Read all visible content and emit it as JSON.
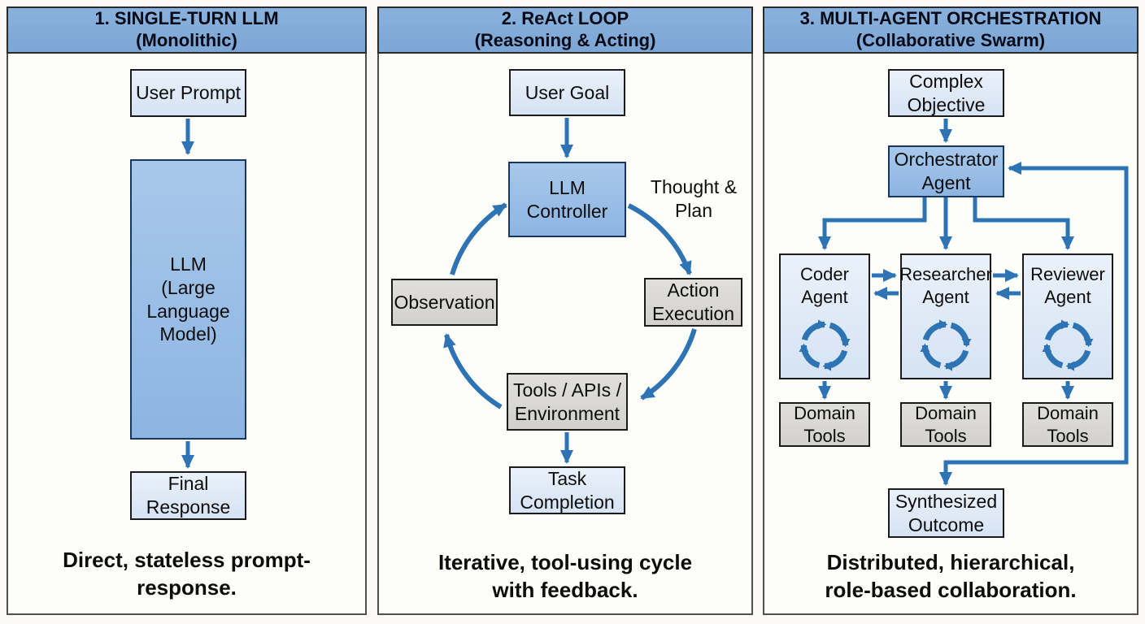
{
  "colors": {
    "arrow_blue": "#2e74b5",
    "header_fill": "#81aad8",
    "light_box_fill": "#dbe7f5",
    "mid_box_fill": "#93bae4",
    "gray_box_fill": "#d6d5d1"
  },
  "icons": {
    "agent_loop": "cycle-arrows"
  },
  "panels": [
    {
      "header": "1. SINGLE-TURN LLM\n(Monolithic)",
      "caption": "Direct, stateless prompt-\nresponse.",
      "nodes": {
        "user_prompt": "User Prompt",
        "llm": "LLM\n(Large\nLanguage\nModel)",
        "final_response": "Final\nResponse"
      }
    },
    {
      "header": "2. ReAct LOOP\n(Reasoning & Acting)",
      "caption": "Iterative, tool-using cycle\nwith feedback.",
      "nodes": {
        "user_goal": "User Goal",
        "llm_controller": "LLM\nController",
        "thought_plan": "Thought &\nPlan",
        "observation": "Observation",
        "action_execution": "Action\nExecution",
        "tools": "Tools / APIs /\nEnvironment",
        "task_completion": "Task\nCompletion"
      }
    },
    {
      "header": "3. MULTI-AGENT ORCHESTRATION\n(Collaborative Swarm)",
      "caption": "Distributed, hierarchical,\nrole-based collaboration.",
      "nodes": {
        "complex_objective": "Complex\nObjective",
        "orchestrator": "Orchestrator\nAgent",
        "coder": "Coder\nAgent",
        "researcher": "Researcher\nAgent",
        "reviewer": "Reviewer\nAgent",
        "domain_tools": "Domain\nTools",
        "synthesized_outcome": "Synthesized\nOutcome"
      }
    }
  ]
}
